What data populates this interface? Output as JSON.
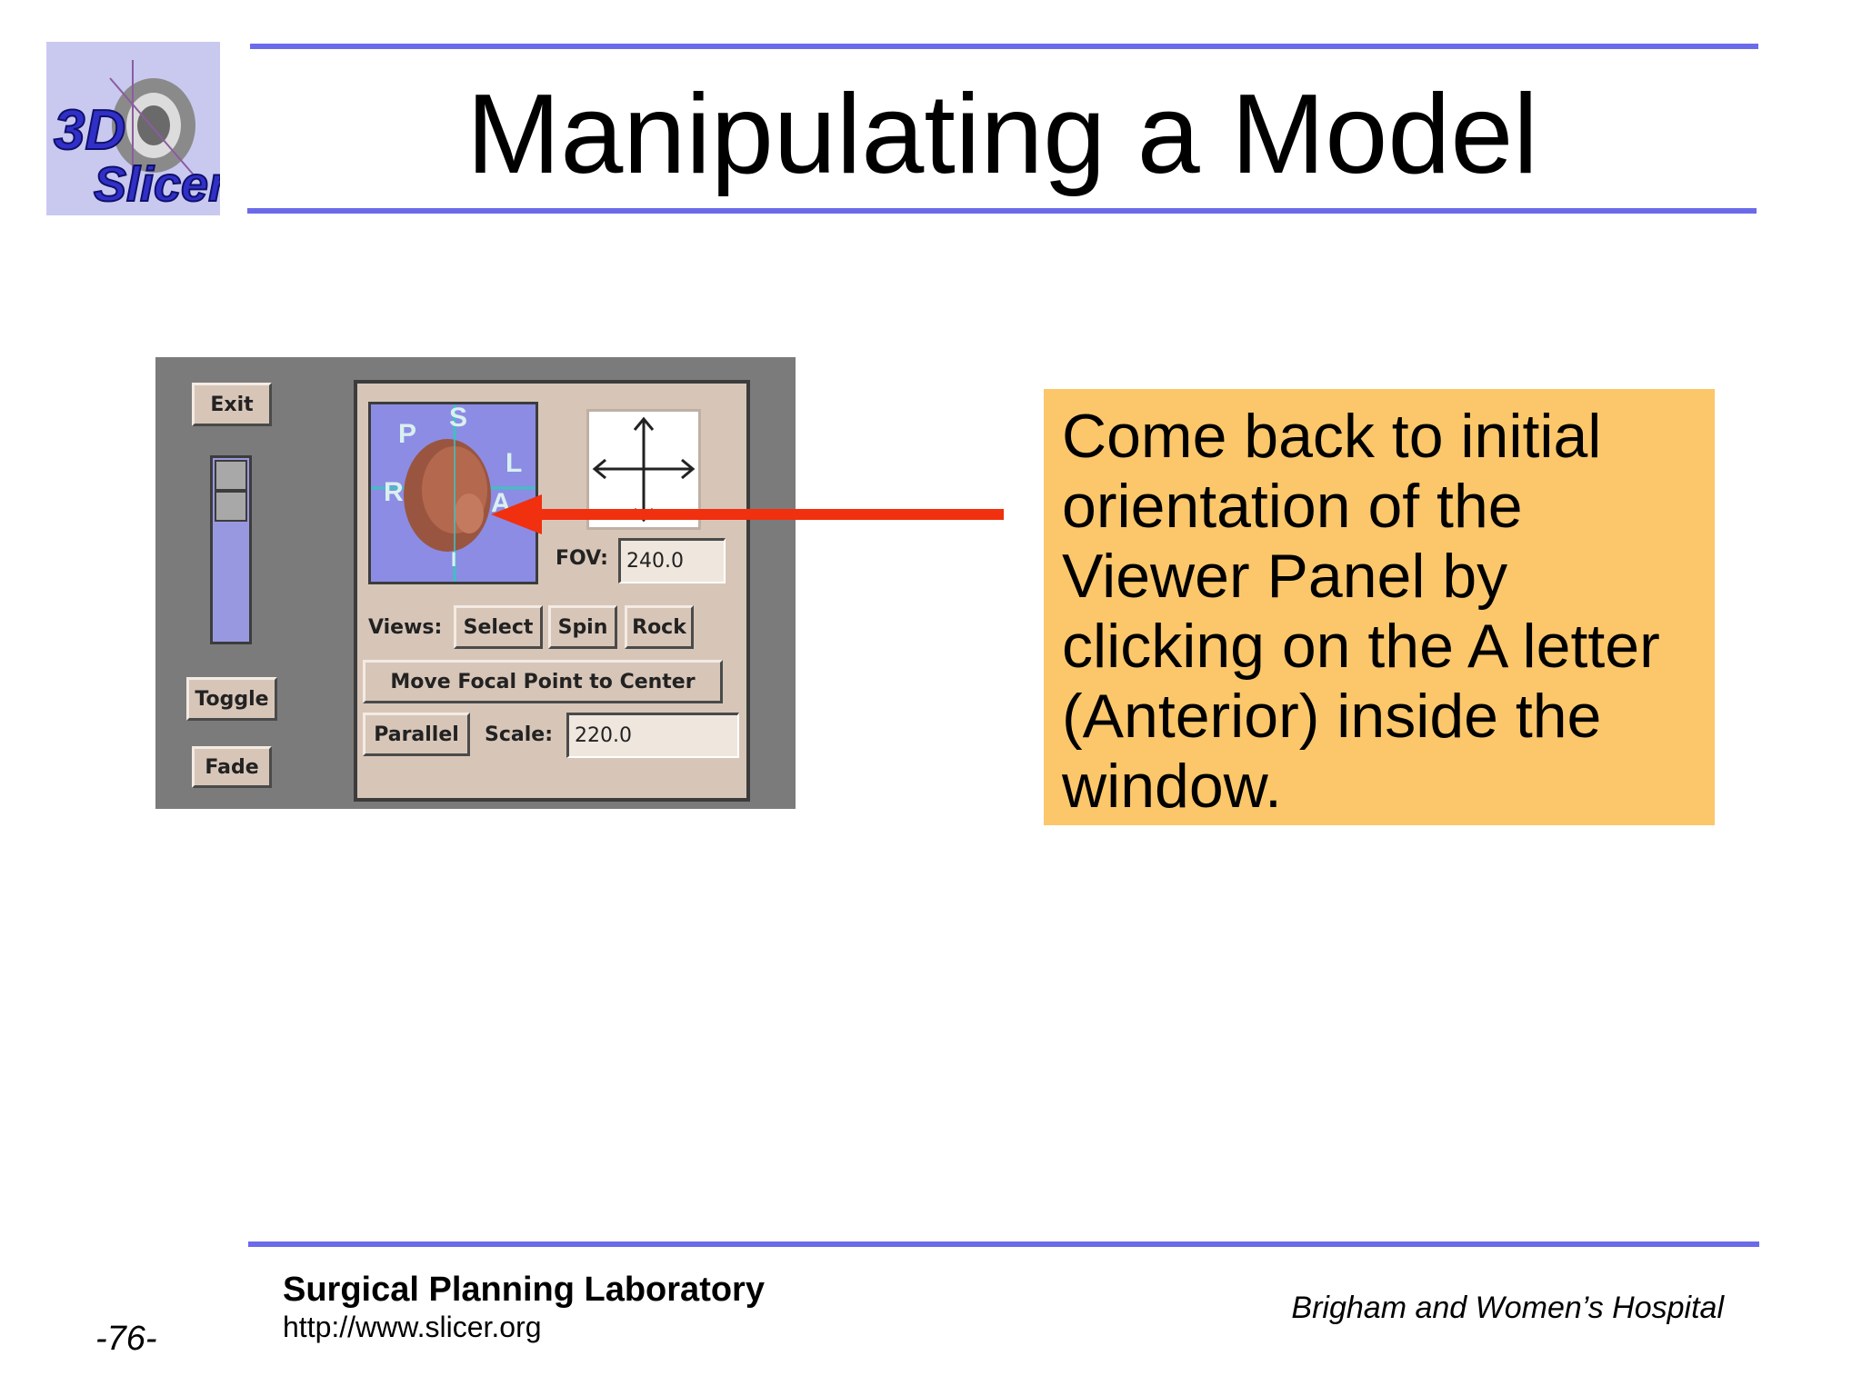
{
  "title": "Manipulating a Model",
  "logo": {
    "line1": "3D",
    "line2": "Slicer"
  },
  "callout": {
    "lines": [
      "Come back to initial",
      "orientation of the",
      "Viewer Panel by",
      "clicking on the A letter",
      "(Anterior) inside the",
      "window."
    ]
  },
  "panel": {
    "exit_label": "Exit",
    "toggle_label": "Toggle",
    "fade_label": "Fade",
    "axes": {
      "s": "S",
      "p": "P",
      "l": "L",
      "r": "R",
      "a": "A",
      "i": "I"
    },
    "fov_label": "FOV:",
    "fov_value": "240.0",
    "views_label": "Views:",
    "select_label": "Select",
    "spin_label": "Spin",
    "rock_label": "Rock",
    "move_focal_label": "Move Focal Point to Center",
    "parallel_label": "Parallel",
    "scale_label": "Scale:",
    "scale_value": "220.0"
  },
  "footer": {
    "lab": "Surgical Planning Laboratory",
    "url": "http://www.slicer.org",
    "hospital": "Brigham and Women’s Hospital",
    "page": "-76-"
  },
  "colors": {
    "rule": "#6b6bea",
    "callout_bg": "#fbc76a",
    "arrow": "#f0300e",
    "viewer_bg": "#8c8ce4"
  }
}
